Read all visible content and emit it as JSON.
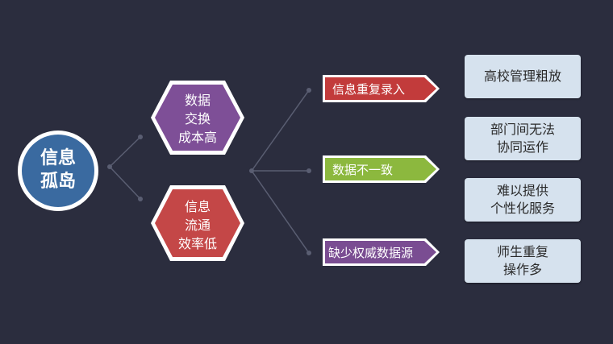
{
  "colors": {
    "background": "#2b2d3e",
    "circle": "#3a6aa0",
    "hex_purple": "#7e4f97",
    "hex_red": "#c44747",
    "arrow_red": "#c23b3b",
    "arrow_green": "#8cb83e",
    "arrow_purple": "#7a4d92",
    "box": "#d6e2ee",
    "connector": "#5a5e72"
  },
  "root": {
    "line1": "信息",
    "line2": "孤岛"
  },
  "causes": [
    {
      "lines": [
        "数据",
        "交换",
        "成本高"
      ]
    },
    {
      "lines": [
        "信息",
        "流通",
        "效率低"
      ]
    }
  ],
  "issues": [
    {
      "label": "信息重复录入"
    },
    {
      "label": "数据不一致"
    },
    {
      "label": "缺少权威数据源"
    }
  ],
  "effects": [
    {
      "lines": [
        "高校管理粗放"
      ]
    },
    {
      "lines": [
        "部门间无法",
        "协同运作"
      ]
    },
    {
      "lines": [
        "难以提供",
        "个性化服务"
      ]
    },
    {
      "lines": [
        "师生重复",
        "操作多"
      ]
    }
  ]
}
